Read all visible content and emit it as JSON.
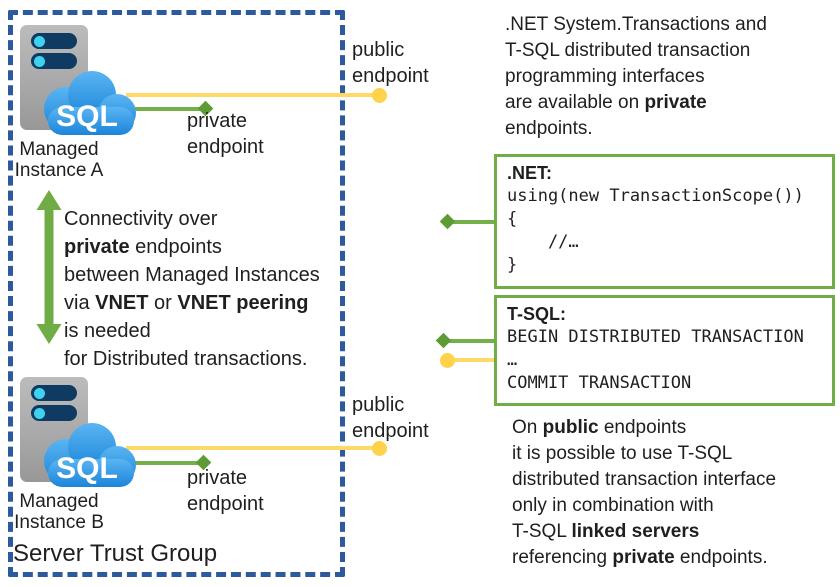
{
  "colors": {
    "green_line": "#74B04A",
    "green_border": "#70AD47",
    "green_arrow": "#6FAC45",
    "yellow_line": "#FFD966",
    "yellow_dot": "#FFD24B",
    "boundary_blue": "#2D5A9E",
    "cloud_blue_top": "#5AB5F2",
    "cloud_blue_bottom": "#1B84DA",
    "server_gray": "#A9A9A9",
    "server_bar_navy": "#0F3A61",
    "led_cyan": "#3ED2F0",
    "text": "#1F1F1F"
  },
  "trust_group": {
    "label": "Server Trust Group"
  },
  "instances": {
    "a": {
      "name_lines": [
        "Managed",
        "Instance A"
      ]
    },
    "b": {
      "name_lines": [
        "Managed",
        "Instance B"
      ]
    }
  },
  "icon": {
    "sql_text": "SQL"
  },
  "endpoint_labels": {
    "public_lines": [
      "public",
      "endpoint"
    ],
    "private_lines": [
      "private",
      "endpoint"
    ]
  },
  "paragraphs": {
    "top_right": [
      [
        {
          "t": ".NET System.Transactions and"
        }
      ],
      [
        {
          "t": "T-SQL distributed transaction"
        }
      ],
      [
        {
          "t": "programming interfaces"
        }
      ],
      [
        {
          "t": "are available on "
        },
        {
          "t": "private",
          "b": true
        }
      ],
      [
        {
          "t": "endpoints."
        }
      ]
    ],
    "middle": [
      [
        {
          "t": "Connectivity over"
        }
      ],
      [
        {
          "t": "private",
          "b": true
        },
        {
          "t": " endpoints"
        }
      ],
      [
        {
          "t": "between Managed Instances"
        }
      ],
      [
        {
          "t": "via "
        },
        {
          "t": "VNET",
          "b": true
        },
        {
          "t": " or "
        },
        {
          "t": "VNET peering",
          "b": true
        }
      ],
      [
        {
          "t": "is needed"
        }
      ],
      [
        {
          "t": "for Distributed transactions."
        }
      ]
    ],
    "bottom_right": [
      [
        {
          "t": "On "
        },
        {
          "t": "public",
          "b": true
        },
        {
          "t": " endpoints"
        }
      ],
      [
        {
          "t": "it is possible to use T-SQL"
        }
      ],
      [
        {
          "t": "distributed transaction interface"
        }
      ],
      [
        {
          "t": "only in combination with"
        }
      ],
      [
        {
          "t": "T-SQL "
        },
        {
          "t": "linked servers",
          "b": true
        }
      ],
      [
        {
          "t": "referencing "
        },
        {
          "t": "private",
          "b": true
        },
        {
          "t": " endpoints."
        }
      ]
    ]
  },
  "net_box": {
    "title": ".NET:",
    "code_lines": [
      "using(new TransactionScope())",
      "{",
      "    //…",
      "}"
    ]
  },
  "tsql_box": {
    "title": "T-SQL:",
    "code_lines": [
      "BEGIN DISTRIBUTED TRANSACTION",
      "…",
      "COMMIT TRANSACTION"
    ]
  }
}
